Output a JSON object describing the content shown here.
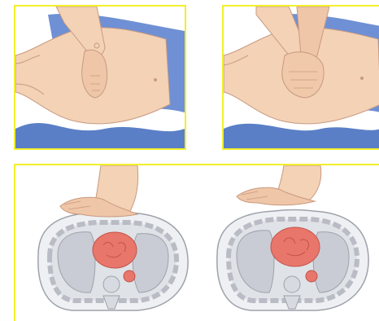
{
  "figure": {
    "panels": [
      {
        "id": "a",
        "subject": "hand-position-single"
      },
      {
        "id": "b",
        "subject": "hand-position-interlocked"
      },
      {
        "id": "c",
        "subject": "chest-cross-section-compression"
      }
    ],
    "colors": {
      "frame": "#f2ef2a",
      "skin": "#f3d2b6",
      "skin_line": "#c99a80",
      "blanket": "#5b7fc7",
      "blanket_light": "#8aa6dd",
      "heart": "#e8766a",
      "lung": "#c9ccd4",
      "ring": "#b9bcc4"
    }
  }
}
